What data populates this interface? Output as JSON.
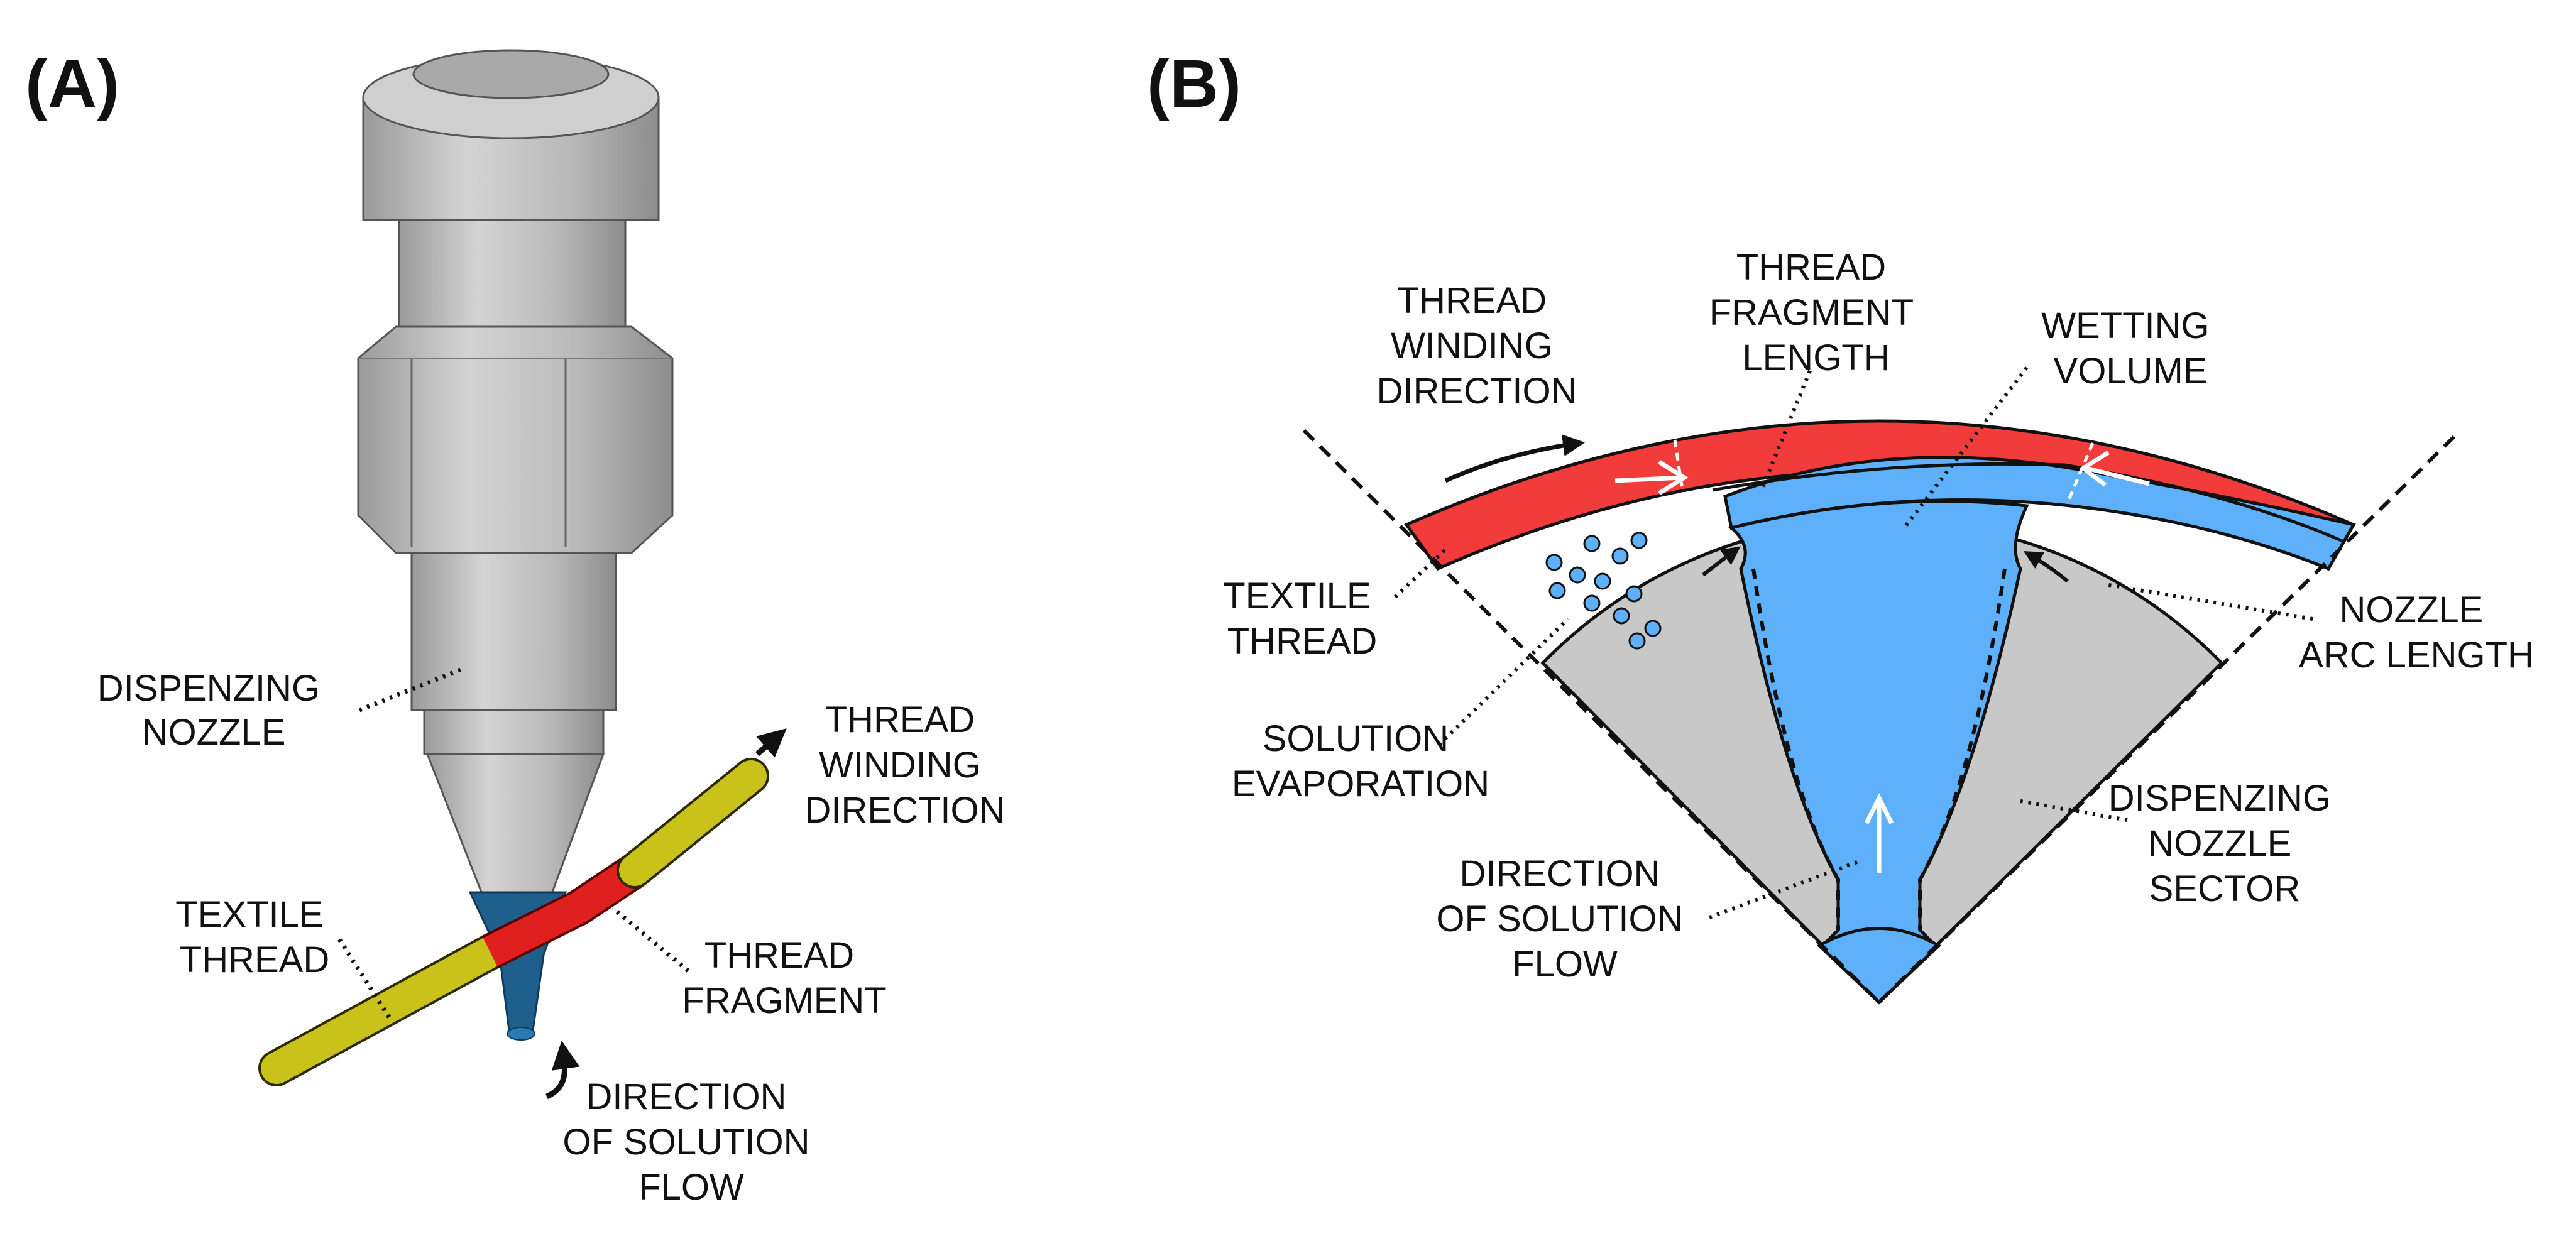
{
  "panel_a": {
    "tag": "(A)",
    "labels": {
      "dispensing_nozzle": [
        "DISPENZING",
        "NOZZLE"
      ],
      "thread_winding_direction": [
        "THREAD",
        "WINDING",
        "DIRECTION"
      ],
      "textile_thread": [
        "TEXTILE",
        "THREAD"
      ],
      "thread_fragment": [
        "THREAD",
        "FRAGMENT"
      ],
      "direction_of_solution_flow": [
        "DIRECTION",
        "OF SOLUTION",
        "FLOW"
      ]
    }
  },
  "panel_b": {
    "tag": "(B)",
    "labels": {
      "thread_winding_direction": [
        "THREAD",
        "WINDING",
        "DIRECTION"
      ],
      "thread_fragment_length": [
        "THREAD",
        "FRAGMENT",
        "LENGTH"
      ],
      "wetting_volume": [
        "WETTING",
        "VOLUME"
      ],
      "textile_thread": [
        "TEXTILE",
        "THREAD"
      ],
      "nozzle_arc_length": [
        "NOZZLE",
        "ARC LENGTH"
      ],
      "solution_evaporation": [
        "SOLUTION",
        "EVAPORATION"
      ],
      "dispensing_nozzle_sector": [
        "DISPENZING",
        "NOZZLE",
        "SECTOR"
      ],
      "direction_of_solution_flow": [
        "DIRECTION",
        "OF SOLUTION",
        "FLOW"
      ]
    }
  },
  "colors": {
    "thread_red": "#f23b3b",
    "solution_blue": "#5eb0fb",
    "nozzle_gray": "#c8c8c8",
    "thread_yellow": "#c9c21a",
    "nozzle_tip_blue": "#1f5f8e",
    "metal_gray": "#b5b5b5"
  }
}
